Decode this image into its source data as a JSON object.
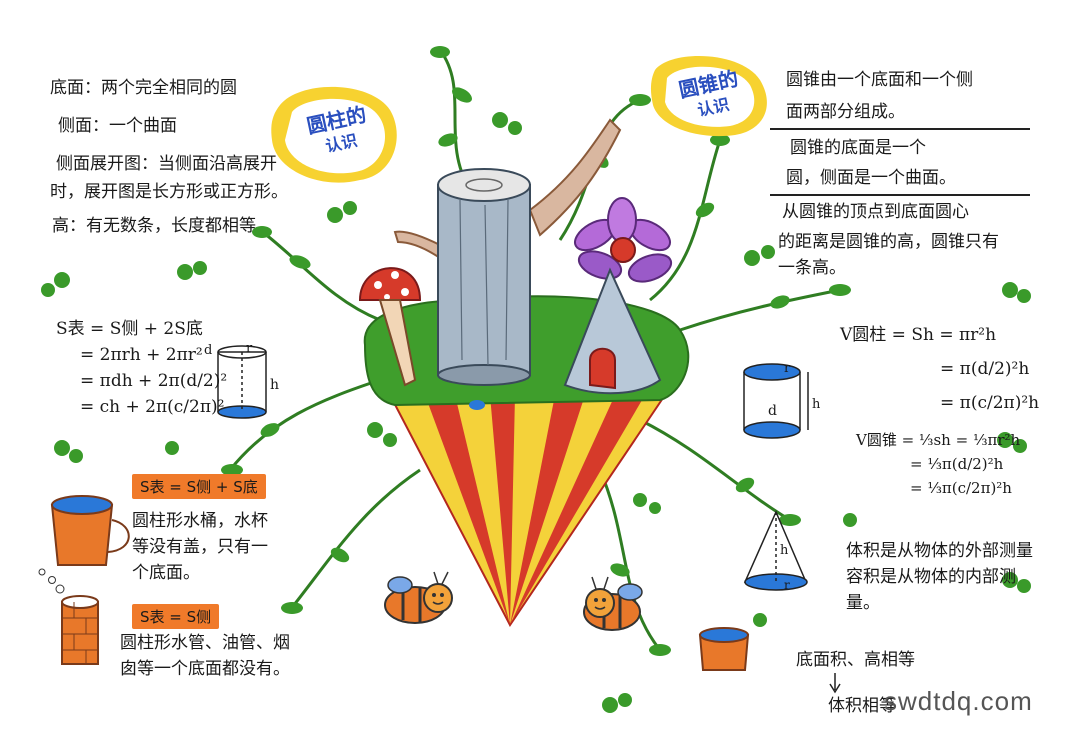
{
  "cylinder_badge": {
    "line1": "圆柱的",
    "line2": "认识"
  },
  "cone_badge": {
    "line1": "圆锥的",
    "line2": "认识"
  },
  "cylinder_notes": {
    "base": "底面：两个完全相同的圆",
    "side": "侧面：一个曲面",
    "unfold_1": "侧面展开图：当侧面沿高展开",
    "unfold_2": "时，展开图是长方形或正方形。",
    "height": "高：有无数条，长度都相等"
  },
  "surface_formula": {
    "l1": "S表 = S侧 + 2S底",
    "l2": "= 2πrh + 2πr²",
    "l3": "= πdh + 2π(d/2)²",
    "l4": "= ch + 2π(c/2π)²"
  },
  "cyl_labels": {
    "d": "d",
    "r": "r",
    "h": "h"
  },
  "bucket_note": {
    "tag": "S表 = S侧 + S底",
    "text": "圆柱形水桶，水杯等没有盖，只有一个底面。"
  },
  "pipe_note": {
    "tag": "S表 = S侧",
    "text": "圆柱形水管、油管、烟囱等一个底面都没有。"
  },
  "cone_notes": {
    "part1_a": "圆锥由一个底面和一个侧",
    "part1_b": "面两部分组成。",
    "part2_a": "圆锥的底面是一个",
    "part2_b": "圆，侧面是一个曲面。",
    "part3_a": "从圆锥的顶点到底面圆心",
    "part3_b": "的距离是圆锥的高，圆锥只有",
    "part3_c": "一条高。"
  },
  "volume_cyl": {
    "l1": "V圆柱 = Sh = πr²h",
    "l2": "= π(d/2)²h",
    "l3": "= π(c/2π)²h"
  },
  "volume_cone": {
    "l1": "V圆锥 = ⅓sh = ⅓πr²h",
    "l2": "= ⅓π(d/2)²h",
    "l3": "= ⅓π(c/2π)²h"
  },
  "right_labels": {
    "r": "r",
    "d": "d",
    "h": "h",
    "h2": "h",
    "r2": "r"
  },
  "volume_note": "体积是从物体的外部测量容积是从物体的内部测量。",
  "equal_note_1": "底面积、高相等",
  "equal_note_2": "体积相等",
  "watermark": "swdtdq.com",
  "colors": {
    "leaf": "#3a9a2a",
    "vine": "#2f7d22",
    "bucket": "#e8782a",
    "badge_yellow": "#f7d230",
    "badge_blue": "#2a4fbf",
    "water": "#2a78d8",
    "cone_red": "#d63a2a",
    "cone_yellow": "#f4d23a"
  }
}
